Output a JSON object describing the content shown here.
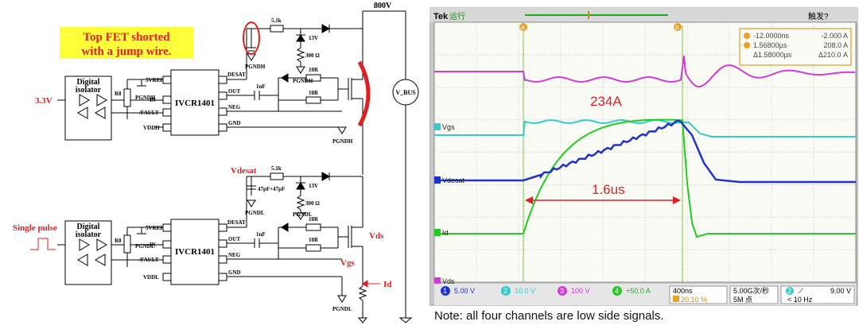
{
  "schematic": {
    "callout": {
      "line1": "Top FET shorted",
      "line2": "with a jump wire.",
      "bg": "#ffff3a",
      "color": "#e02020"
    },
    "supply_3v3": "3.3V",
    "single_pulse": "Single pulse",
    "isolator_label": [
      "Digital",
      "isolator"
    ],
    "driver_chip": "IVCR1401",
    "r8": "R8",
    "pins_left_top": [
      "5VREF",
      "IN",
      "/FAULT",
      "VDDH"
    ],
    "pins_left_bottom": [
      "5VREF",
      "IN",
      "/FAULT",
      "VDDL"
    ],
    "pins_right": [
      "DESAT",
      "OUT",
      "NEG",
      "GND"
    ],
    "pgnd_top": "PGNDH",
    "pgnd_bottom": "PGNDL",
    "r_51k": "5.1k",
    "zener": "13V",
    "r300": "300 Ω",
    "r10": "10R",
    "cap_1nf": "1nF",
    "cap_47pf": "47pF+47pF",
    "vbus_rail": "800V",
    "vbus_source": "V_BUS",
    "label_vdesat": "Vdesat",
    "label_vds": "Vds",
    "label_vgs": "Vgs",
    "label_id": "Id",
    "accent": "#e02020"
  },
  "scope": {
    "brand": "Tek",
    "run_state": "运行",
    "trig_state": "触发?",
    "cursor_a_marker": "a",
    "cursor_b_marker": "b",
    "readout": {
      "a_time": "-12.0000ns",
      "a_val": "-2.000 A",
      "b_time": "1.56800µs",
      "b_val": "208.0 A",
      "d_time": "Δ1.58000µs",
      "d_val": "Δ210.0 A"
    },
    "annot_peak": "234A",
    "annot_width": "1.6us",
    "channel_labels": {
      "vgs": "Vgs",
      "vdesat": "Vdesat",
      "id": "Id",
      "vds": "Vds"
    },
    "channels": [
      {
        "num": "1",
        "scale": "5.00 V",
        "color": "#1e32d2"
      },
      {
        "num": "2",
        "scale": "10.0 V",
        "color": "#33cccc"
      },
      {
        "num": "3",
        "scale": "100 V",
        "color": "#d43ad4"
      },
      {
        "num": "4",
        "scale": "+50.0 A",
        "color": "#22cc22"
      }
    ],
    "timebase": "400ns",
    "trigger_pos": "20.10 %",
    "sample_rate": "5.00G次/秒",
    "record_length": "5M 点",
    "trigger_channel": "2",
    "trigger_level": "9.00 V",
    "trigger_freq": "< 10 Hz",
    "trace_colors": {
      "ch1": "#1e32d2",
      "ch2": "#33cccc",
      "ch3": "#d43ad4",
      "ch4": "#22cc22"
    }
  },
  "note": "Note: all four channels are low side signals."
}
